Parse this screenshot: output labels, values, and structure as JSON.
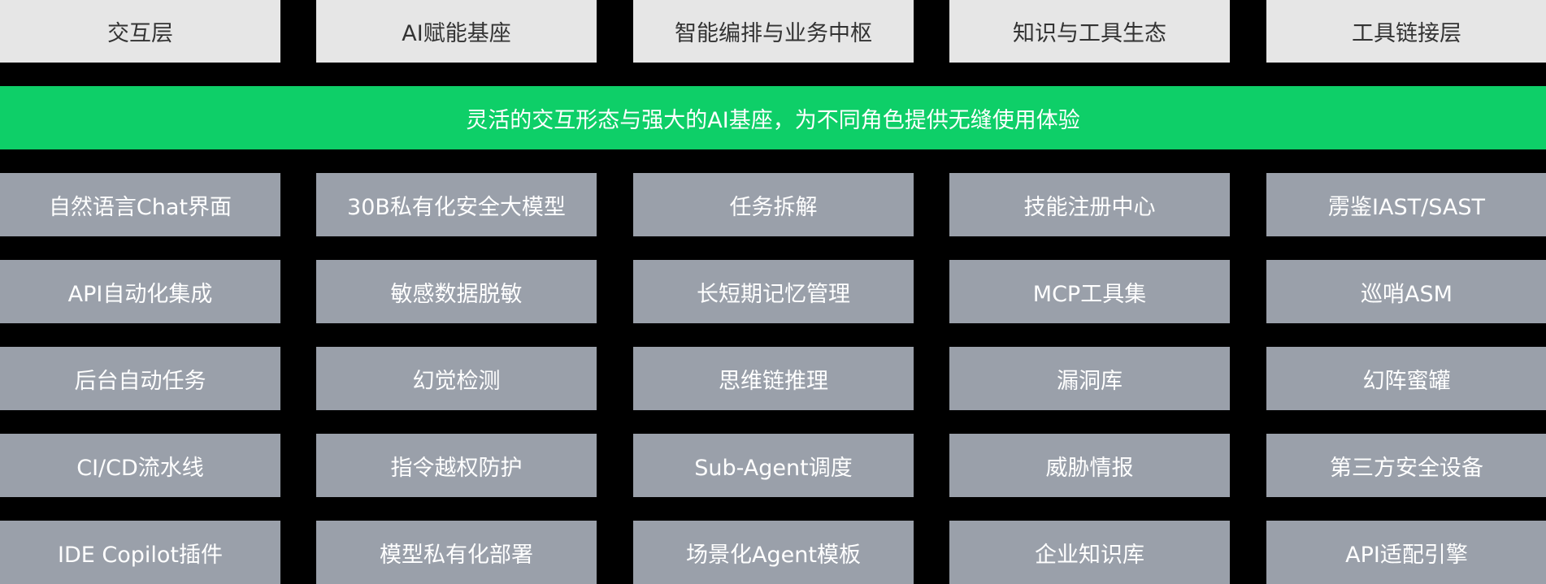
{
  "headers": [
    "交互层",
    "AI赋能基座",
    "智能编排与业务中枢",
    "知识与工具生态",
    "工具链接层"
  ],
  "banner": "灵活的交互形态与强大的AI基座，为不同角色提供无缝使用体验",
  "rows": [
    [
      "自然语言Chat界面",
      "30B私有化安全大模型",
      "任务拆解",
      "技能注册中心",
      "雳鉴IAST/SAST"
    ],
    [
      "API自动化集成",
      "敏感数据脱敏",
      "长短期记忆管理",
      "MCP工具集",
      "巡哨ASM"
    ],
    [
      "后台自动任务",
      "幻觉检测",
      "思维链推理",
      "漏洞库",
      "幻阵蜜罐"
    ],
    [
      "CI/CD流水线",
      "指令越权防护",
      "Sub-Agent调度",
      "威胁情报",
      "第三方安全设备"
    ],
    [
      "IDE Copilot插件",
      "模型私有化部署",
      "场景化Agent模板",
      "企业知识库",
      "API适配引擎"
    ]
  ],
  "colors": {
    "background": "#000000",
    "header_bg": "#e6e6e6",
    "header_text": "#333333",
    "banner_bg": "#0ecf68",
    "item_bg": "#9aa0aa",
    "item_text": "#ffffff"
  }
}
